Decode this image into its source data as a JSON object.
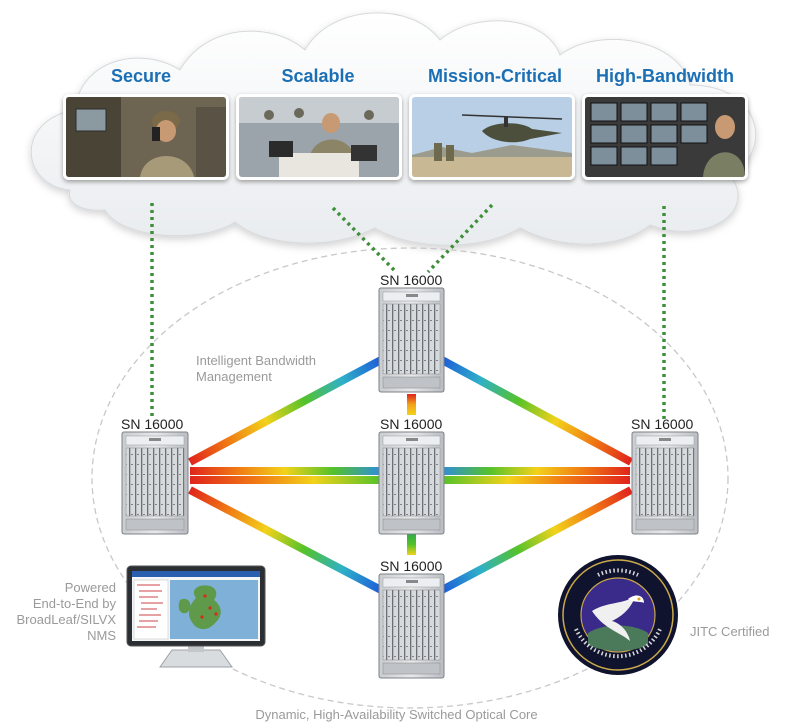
{
  "pillars": [
    {
      "title": "Secure",
      "scene": "soldier-on-radio"
    },
    {
      "title": "Scalable",
      "scene": "operators-at-laptops"
    },
    {
      "title": "Mission-Critical",
      "scene": "helicopter-with-troops"
    },
    {
      "title": "High-Bandwidth",
      "scene": "video-wall-operator"
    }
  ],
  "nodes": {
    "top": "SN 16000",
    "left": "SN 16000",
    "center": "SN 16000",
    "right": "SN 16000",
    "bottom": "SN 16000"
  },
  "annotations": {
    "bandwidth_line1": "Intelligent Bandwidth",
    "bandwidth_line2": "Management",
    "nms_line1": "Powered",
    "nms_line2": "End-to-End by",
    "nms_line3": "BroadLeaf/SILVX",
    "nms_line4": "NMS",
    "jitc": "JITC Certified",
    "core_caption": "Dynamic, High-Availability Switched Optical Core"
  },
  "colors": {
    "title_blue": "#1b6fb5",
    "dotted_green": "#3f8f3a",
    "ellipse_gray": "#c8c8c8",
    "gradient_stops": [
      "#1e5fd8",
      "#2fb0c8",
      "#55c22a",
      "#f2d21a",
      "#f07a14",
      "#e0241c"
    ]
  },
  "icons": [
    "network-switch-chassis",
    "monitor-icon",
    "disa-seal"
  ]
}
